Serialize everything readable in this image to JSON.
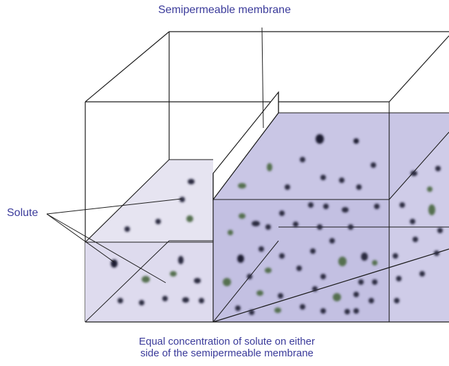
{
  "labels": {
    "membrane": "Semipermeable membrane",
    "solute": "Solute",
    "caption_line1": "Equal concentration of solute on either",
    "caption_line2": "side of the semipermeable membrane"
  },
  "colors": {
    "label_text": "#3a3a9a",
    "outline": "#1a1a1a",
    "left_liquid": "#e4e2f0",
    "right_liquid": "#c8c5e4",
    "solute_dark": "#1f1f33",
    "solute_green": "#4f6a4c"
  }
}
